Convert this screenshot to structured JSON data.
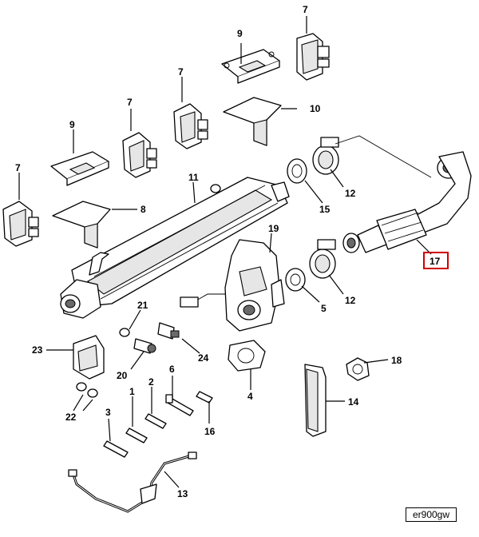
{
  "callouts": [
    {
      "id": "callout-1",
      "label": "1"
    },
    {
      "id": "callout-2",
      "label": "2"
    },
    {
      "id": "callout-3",
      "label": "3"
    },
    {
      "id": "callout-4",
      "label": "4"
    },
    {
      "id": "callout-5",
      "label": "5"
    },
    {
      "id": "callout-6",
      "label": "6"
    },
    {
      "id": "callout-7a",
      "label": "7"
    },
    {
      "id": "callout-7b",
      "label": "7"
    },
    {
      "id": "callout-7c",
      "label": "7"
    },
    {
      "id": "callout-7d",
      "label": "7"
    },
    {
      "id": "callout-8",
      "label": "8"
    },
    {
      "id": "callout-9a",
      "label": "9"
    },
    {
      "id": "callout-9b",
      "label": "9"
    },
    {
      "id": "callout-10",
      "label": "10"
    },
    {
      "id": "callout-11",
      "label": "11"
    },
    {
      "id": "callout-12a",
      "label": "12"
    },
    {
      "id": "callout-12b",
      "label": "12"
    },
    {
      "id": "callout-13",
      "label": "13"
    },
    {
      "id": "callout-14",
      "label": "14"
    },
    {
      "id": "callout-15",
      "label": "15"
    },
    {
      "id": "callout-16",
      "label": "16"
    },
    {
      "id": "callout-17",
      "label": "17"
    },
    {
      "id": "callout-18",
      "label": "18"
    },
    {
      "id": "callout-19",
      "label": "19"
    },
    {
      "id": "callout-20",
      "label": "20"
    },
    {
      "id": "callout-21",
      "label": "21"
    },
    {
      "id": "callout-22",
      "label": "22"
    },
    {
      "id": "callout-23",
      "label": "23"
    },
    {
      "id": "callout-24",
      "label": "24"
    }
  ],
  "highlighted_callout": "17",
  "highlight_color": "#d00000",
  "diagram_code": "er900gw"
}
